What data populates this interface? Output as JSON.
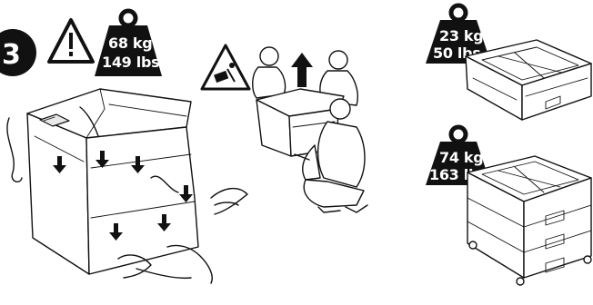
{
  "step": {
    "number": "3"
  },
  "weights": {
    "printer": {
      "kg": "68 kg",
      "lbs": "149 lbs"
    },
    "tray_single": {
      "kg": "23 kg",
      "lbs": "50 lbs"
    },
    "tray_triple": {
      "kg": "74 kg",
      "lbs": "163 lbs"
    }
  },
  "colors": {
    "ink": "#111111",
    "paper": "#ffffff"
  }
}
